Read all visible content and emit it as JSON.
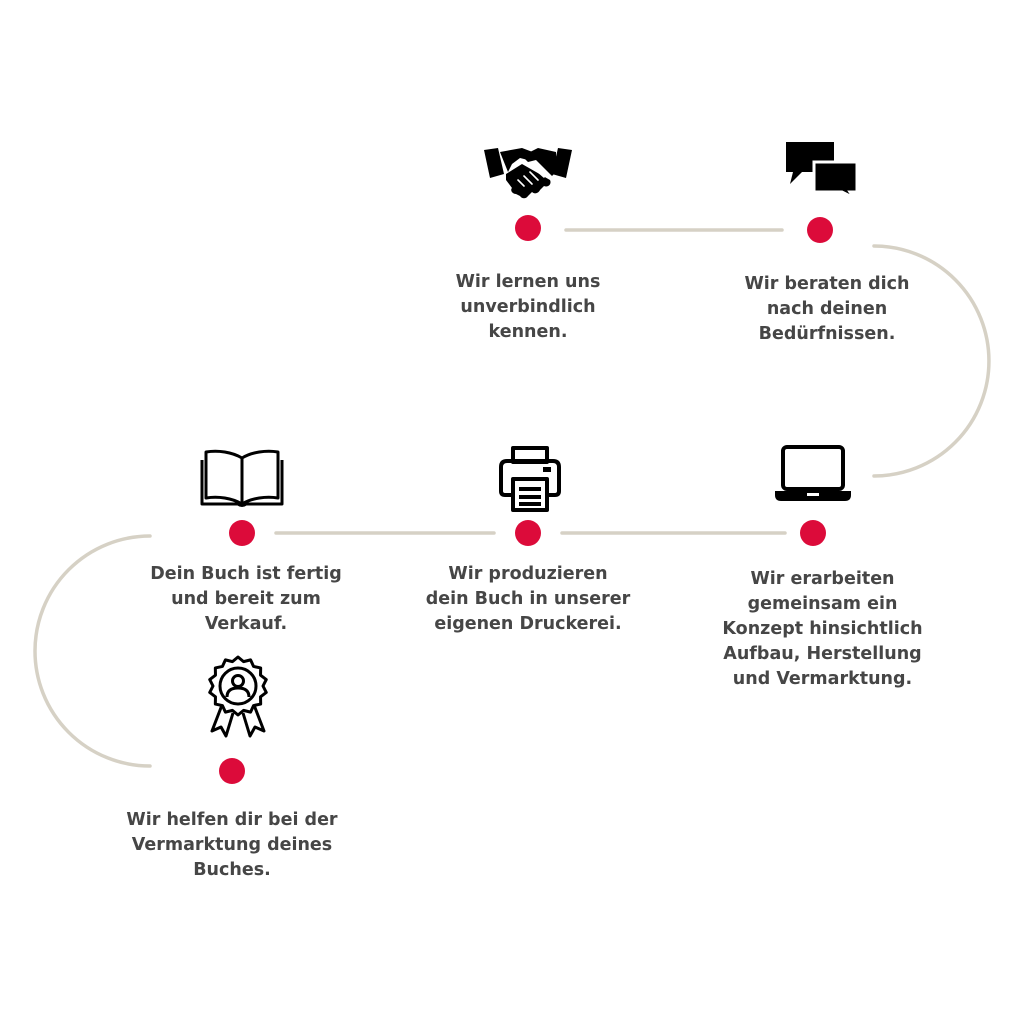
{
  "colors": {
    "dot": "#dc0b3a",
    "connector": "#d6d1c5",
    "icon": "#000000",
    "text": "#464646"
  },
  "steps": [
    {
      "icon": "handshake-icon",
      "text": "Wir lernen uns\nunverbindlich\nkennen."
    },
    {
      "icon": "chat-bubbles-icon",
      "text": "Wir beraten dich\nnach deinen\nBedürfnissen."
    },
    {
      "icon": "laptop-icon",
      "text": "Wir erarbeiten\ngemeinsam ein\nKonzept hinsichtlich\nAufbau, Herstellung\nund Vermarktung."
    },
    {
      "icon": "printer-icon",
      "text": "Wir produzieren\ndein Buch in unserer\neigenen Druckerei."
    },
    {
      "icon": "open-book-icon",
      "text": "Dein Buch ist fertig\nund bereit zum\nVerkauf."
    },
    {
      "icon": "award-badge-icon",
      "text": "Wir helfen dir bei der\nVermarktung deines\nBuches."
    }
  ]
}
